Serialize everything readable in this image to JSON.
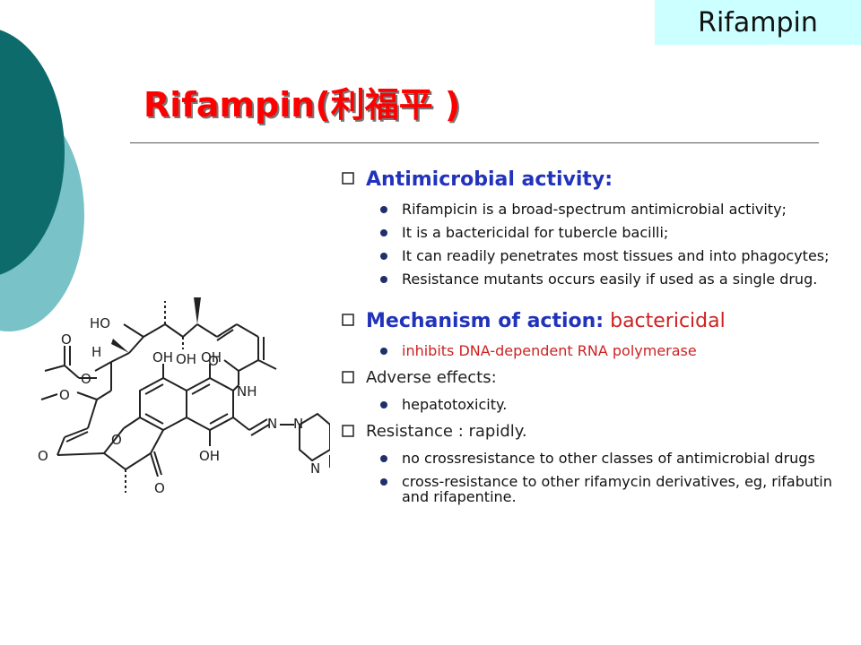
{
  "header": {
    "tag": "Rifampin"
  },
  "slide": {
    "title": "Rifampin(利福平 )"
  },
  "sections": [
    {
      "heading": "Antimicrobial activity:",
      "items": [
        "Rifampicin is a broad-spectrum antimicrobial activity;",
        "It is a bactericidal for tubercle bacilli;",
        "It can readily penetrates most tissues and into phagocytes;",
        "Resistance mutants occurs easily  if used as a single drug."
      ]
    },
    {
      "heading": "Mechanism of action:",
      "heading_rest": " bactericidal",
      "items": [
        "inhibits DNA-dependent RNA polymerase"
      ]
    },
    {
      "heading": "Adverse effects:",
      "items": [
        " hepatotoxicity."
      ]
    },
    {
      "heading": "Resistance : rapidly.",
      "items": [
        "no crossresistance to other classes of antimicrobial drugs",
        "cross-resistance to other rifamycin derivatives, eg, rifabutin and rifapentine."
      ]
    }
  ],
  "structure_labels": {
    "ho_top": "HO",
    "oh_mid": "OH",
    "oh_left": "OH",
    "oh_right": "OH",
    "oh_bottom": "OH",
    "h": "H",
    "nh": "NH",
    "n_imine": "N",
    "n_pip1": "N",
    "n_pip2": "N",
    "o_acetate": "O",
    "o_acetate_eq": "O",
    "o_methoxy": "O",
    "o_ring1": "O",
    "o_ring2": "O",
    "o_lactone": "O",
    "o_amide": "O"
  },
  "colors": {
    "accent_dark": "#0e6b6b",
    "accent_light": "#79c3c8",
    "title": "#ff0000",
    "heading": "#2233bb",
    "bullet": "#1f2f6b",
    "tag_bg": "#ccffff"
  }
}
